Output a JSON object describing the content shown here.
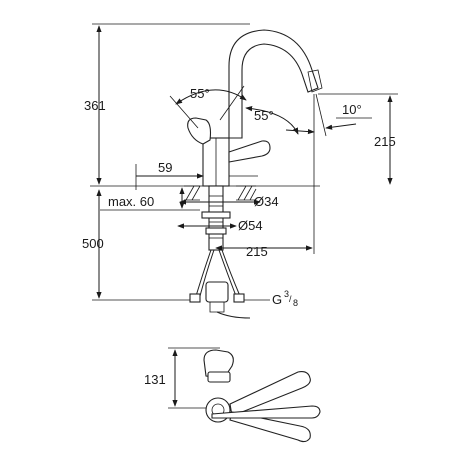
{
  "dimensions": {
    "total_height": "361",
    "lever_angle_top": "55°",
    "lever_angle_side": "55°",
    "spout_tilt": "10°",
    "spout_height": "215",
    "base_width": "59",
    "max_deck": "max. 60",
    "hole_diameter": "Ø34",
    "base_diameter": "Ø54",
    "below_deck_length": "500",
    "spout_reach": "215",
    "connection_thread_main": "G",
    "connection_thread_num": "3",
    "connection_thread_den": "8",
    "plan_depth": "131"
  },
  "colors": {
    "line": "#1a1a1a",
    "background": "#ffffff"
  }
}
